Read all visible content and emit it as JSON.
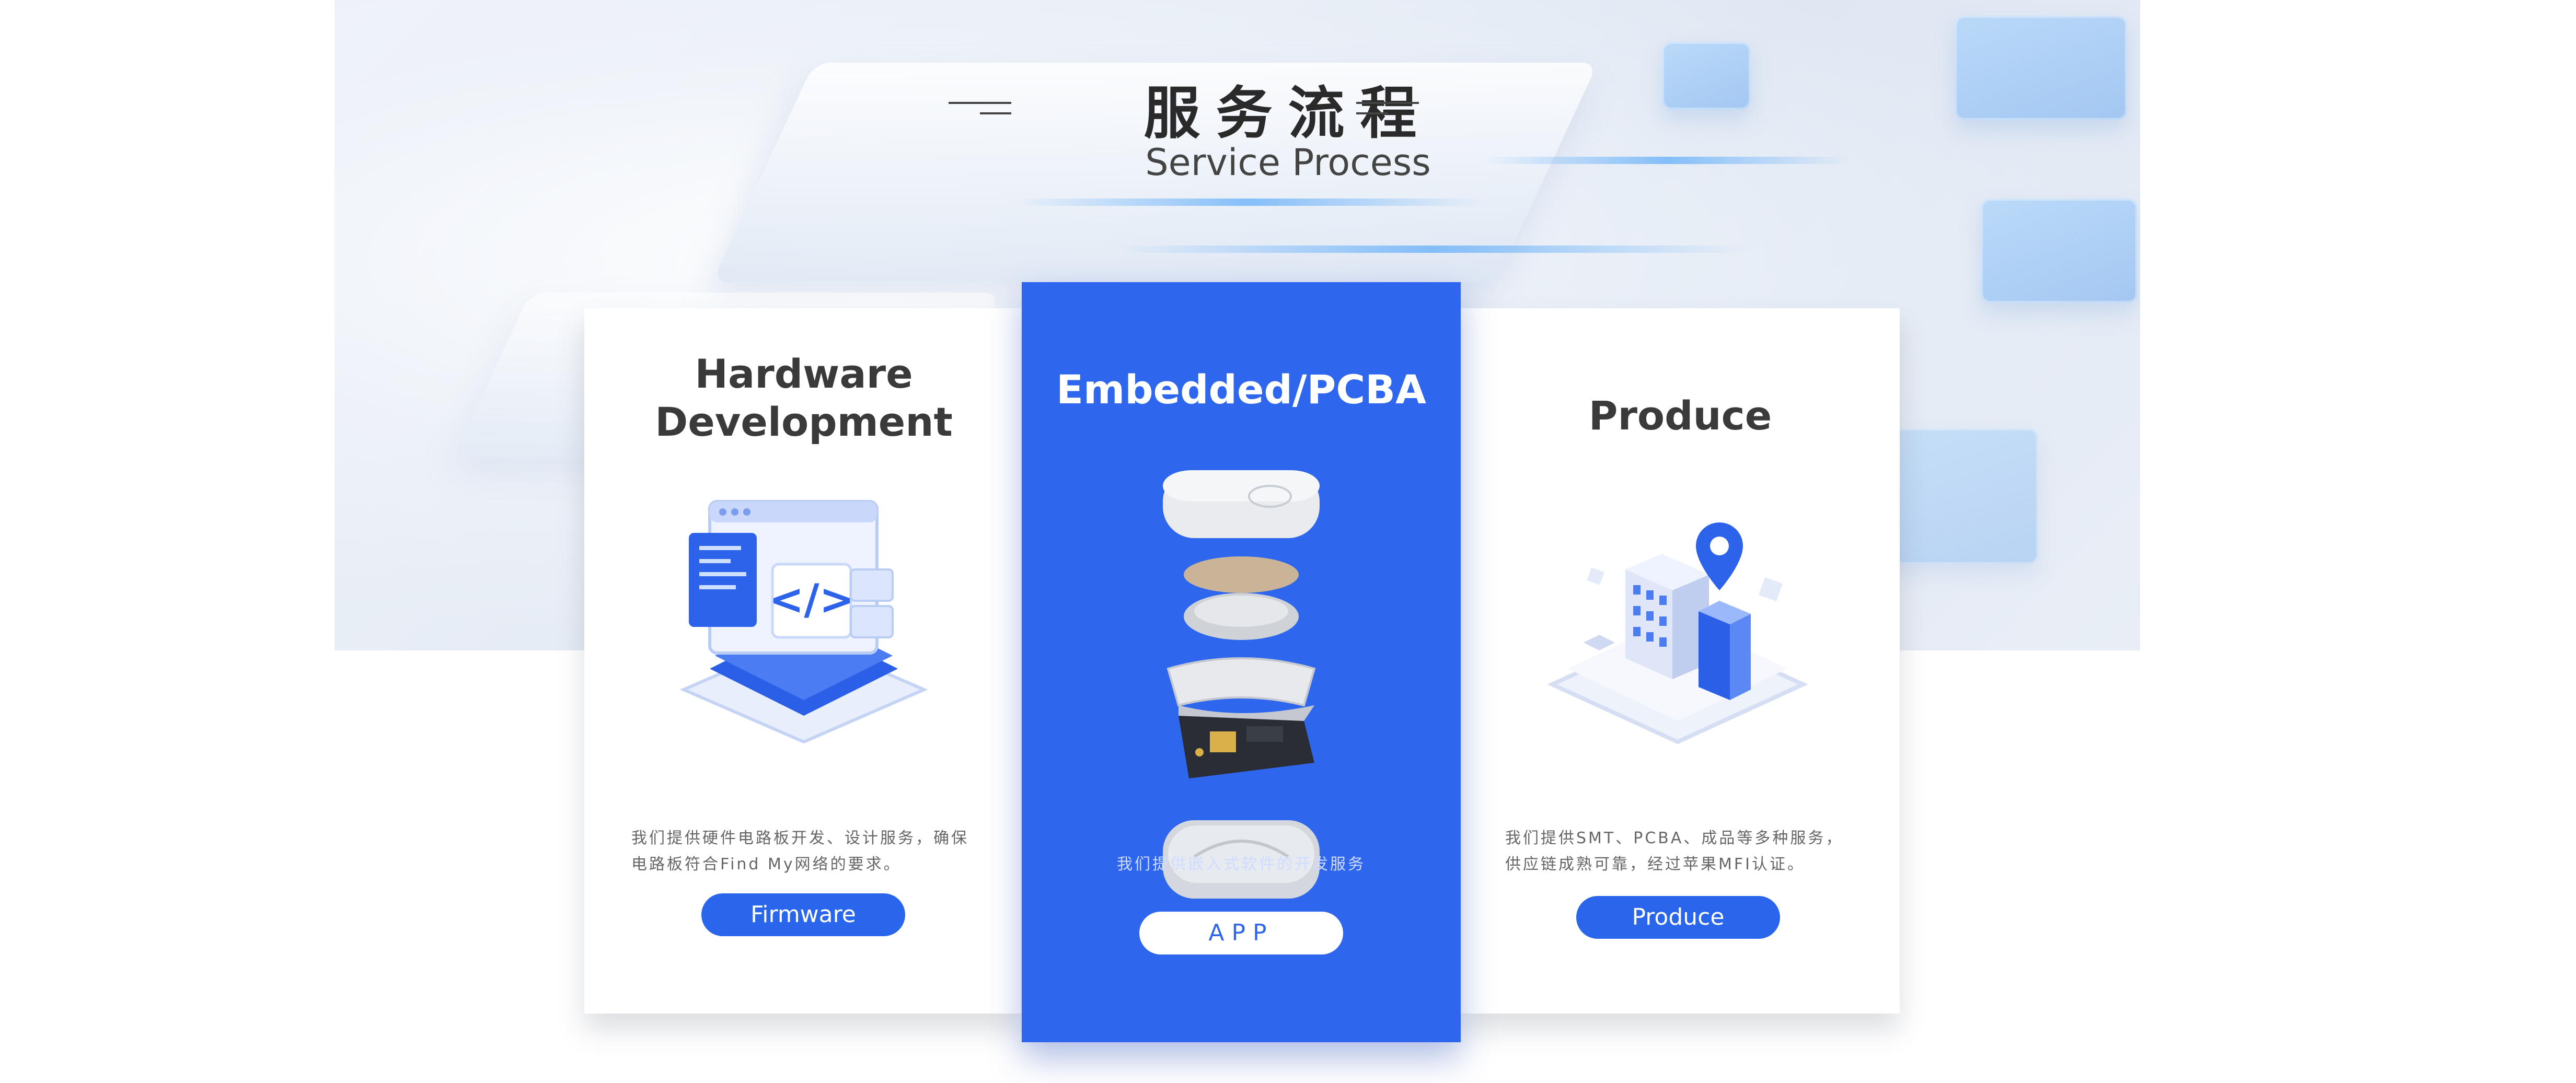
{
  "section": {
    "title": "服务流程",
    "subtitle": "Service Process"
  },
  "cards": [
    {
      "title_line1": "Hardware",
      "title_line2": "Development",
      "desc_line1": "我们提供硬件电路板开发、设计服务，确保",
      "desc_line2": "电路板符合Find My网络的要求。",
      "button": "Firmware",
      "illustration": "code-window-icon"
    },
    {
      "title": "Embedded/PCBA",
      "desc": "我们提供嵌入式软件的开发服务",
      "button": "APP",
      "illustration": "tracker-exploded-view"
    },
    {
      "title": "Produce",
      "desc_line1": "我们提供SMT、PCBA、成品等多种服务，",
      "desc_line2": "供应链成熟可靠，经过苹果MFI认证。",
      "button": "Produce",
      "illustration": "factory-location-icon"
    }
  ],
  "colors": {
    "accent": "#2e67ee",
    "button_blue": "#2a66ec",
    "title_text": "#3a3a3a"
  }
}
